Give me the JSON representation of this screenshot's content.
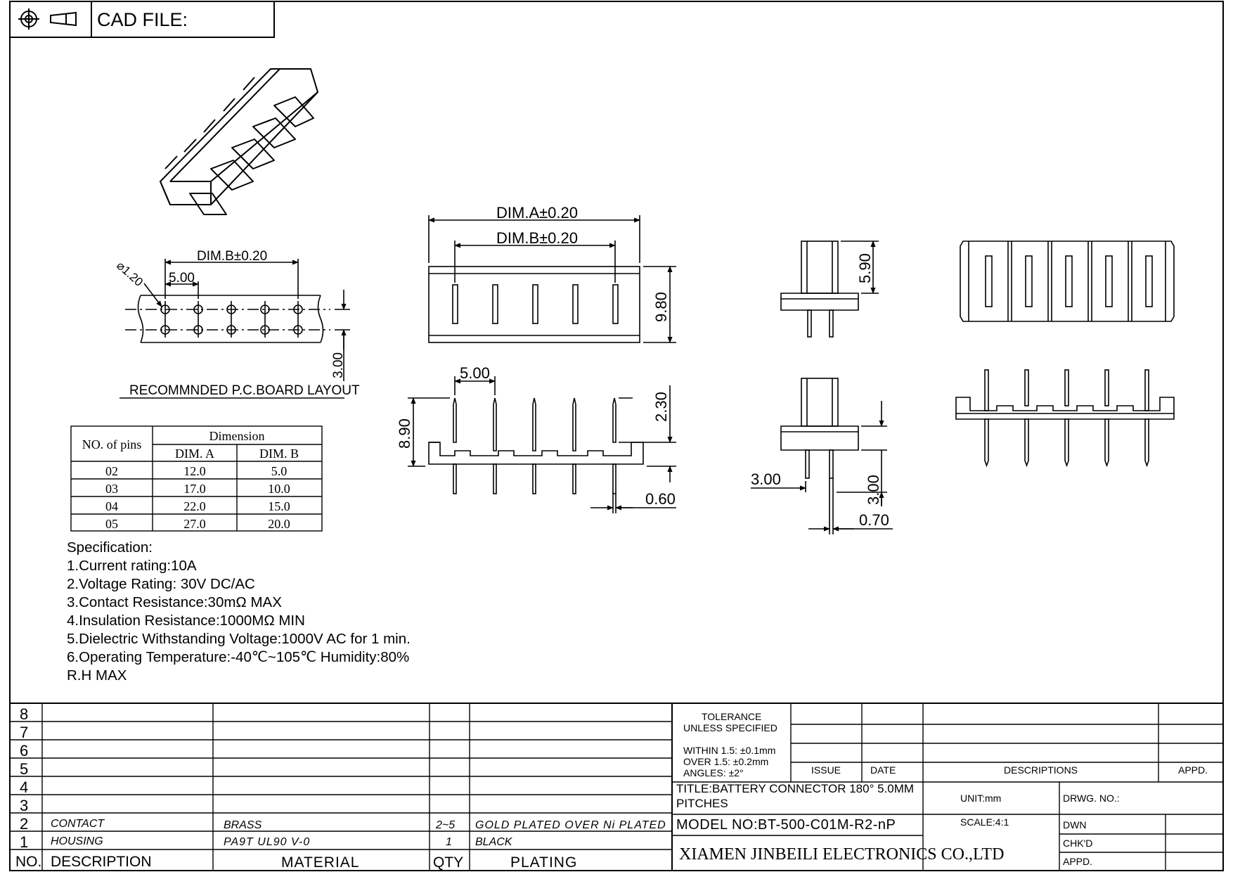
{
  "header": {
    "cad_label": "CAD FILE:"
  },
  "layout_view": {
    "dim_b": "DIM.B±0.20",
    "pitch": "5.00",
    "hole_diameter": "⌀1.20",
    "row_spacing": "3.00",
    "caption": "RECOMMNDED P.C.BOARD LAYOUT"
  },
  "front_view": {
    "dim_a": "DIM.A±0.20",
    "dim_b": "DIM.B±0.20",
    "height": "9.80"
  },
  "side_view_top": {
    "height": "5.90"
  },
  "bottom_view": {
    "pitch": "5.00",
    "overall": "8.90",
    "upper": "2.30",
    "pin_width": "0.60"
  },
  "side_view_bottom": {
    "offset": "3.00",
    "pin_length": "3.00",
    "pin_width": "0.70"
  },
  "dimension_table": {
    "col_pins": "NO. of pins",
    "group": "Dimension",
    "col_a": "DIM. A",
    "col_b": "DIM. B",
    "rows": [
      {
        "pins": "02",
        "a": "12.0",
        "b": "5.0"
      },
      {
        "pins": "03",
        "a": "17.0",
        "b": "10.0"
      },
      {
        "pins": "04",
        "a": "22.0",
        "b": "15.0"
      },
      {
        "pins": "05",
        "a": "27.0",
        "b": "20.0"
      }
    ]
  },
  "specification": {
    "title": "Specification:",
    "items": [
      "1.Current rating:10A",
      "2.Voltage Rating: 30V DC/AC",
      "3.Contact Resistance:30mΩ MAX",
      "4.Insulation Resistance:1000MΩ MIN",
      "5.Dielectric Withstanding Voltage:1000V AC for 1 min.",
      "6.Operating Temperature:-40℃~105℃  Humidity:80%",
      "R.H MAX"
    ]
  },
  "bom": {
    "row_numbers": [
      "8",
      "7",
      "6",
      "5",
      "4",
      "3",
      "2",
      "1"
    ],
    "row2": {
      "description": "CONTACT",
      "material": "BRASS",
      "qty": "2~5",
      "plating": "GOLD PLATED OVER Ni PLATED"
    },
    "row1": {
      "description": "HOUSING",
      "material": "PA9T UL90 V-0",
      "qty": "1",
      "plating": "BLACK"
    },
    "header": {
      "no": "NO.",
      "description": "DESCRIPTION",
      "material": "MATERIAL",
      "qty": "QTY",
      "plating": "PLATING"
    }
  },
  "title_block": {
    "tolerance_title_1": "TOLERANCE",
    "tolerance_title_2": "UNLESS SPECIFIED",
    "within": "WITHIN 1.5: ±0.1mm",
    "over": "OVER 1.5:  ±0.2mm",
    "angles": "ANGLES: ±2°",
    "issue": "ISSUE",
    "date": "DATE",
    "descriptions": "DESCRIPTIONS",
    "appd": "APPD.",
    "title_line1": "TITLE:BATTERY CONNECTOR 180° 5.0MM",
    "title_line2": "PITCHES",
    "unit": "UNIT:mm",
    "drwg_no": "DRWG. NO.:",
    "model": "MODEL NO:BT-500-C01M-R2-nP",
    "scale": "SCALE:4:1",
    "dwn": "DWN",
    "chkd": "CHK'D",
    "appd2": "APPD.",
    "company": "XIAMEN JINBEILI ELECTRONICS CO.,LTD"
  }
}
